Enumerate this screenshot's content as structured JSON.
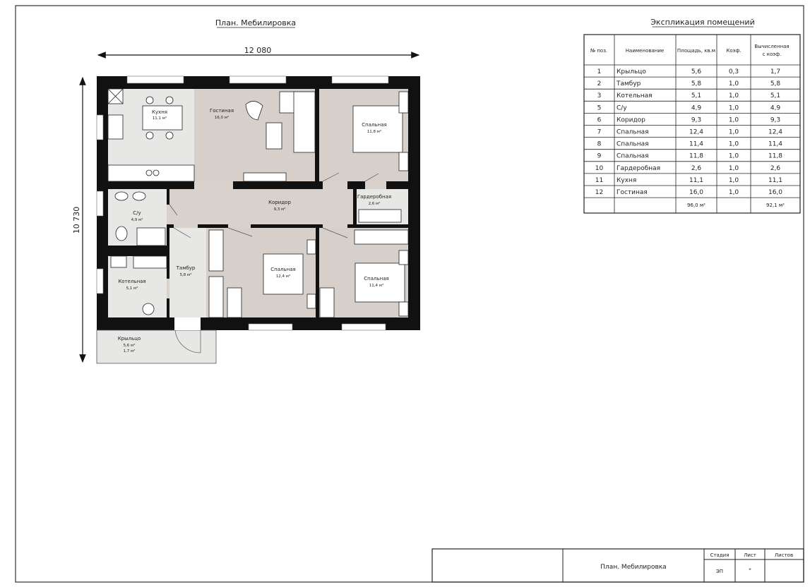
{
  "plan": {
    "title": "План. Мебилировка",
    "dim_width": "12 080",
    "dim_height": "10 730",
    "rooms": {
      "kitchen": {
        "name": "Кухня",
        "area": "11,1 м²"
      },
      "living": {
        "name": "Гостиная",
        "area": "16,0 м²"
      },
      "bedroom9": {
        "name": "Спальная",
        "area": "11,8 м²"
      },
      "corridor": {
        "name": "Коридор",
        "area": "9,3 м²"
      },
      "wardrobe": {
        "name": "Гардеробная",
        "area": "2,6 м²"
      },
      "bath": {
        "name": "С/у",
        "area": "4,9 м²"
      },
      "tambur": {
        "name": "Тамбур",
        "area": "5,8 м²"
      },
      "bedroom7": {
        "name": "Спальная",
        "area": "12,4 м²"
      },
      "bedroom8": {
        "name": "Спальная",
        "area": "11,4 м²"
      },
      "boiler": {
        "name": "Котельная",
        "area": "5,1 м²"
      },
      "porch": {
        "name": "Крыльцо",
        "area": "5,6 м²",
        "area2": "1,7 м²"
      }
    },
    "colors": {
      "wall": "#111111",
      "wood": "#d6cfca",
      "tile": "#e7e7e5"
    }
  },
  "explication": {
    "title": "Экспликация помещений",
    "headers": [
      "№ поз.",
      "Наименование",
      "Площадь, кв.м",
      "Коэф.",
      "Вычисленная",
      "с коэф."
    ],
    "rows": [
      [
        "1",
        "Крыльцо",
        "5,6",
        "0,3",
        "1,7"
      ],
      [
        "2",
        "Тамбур",
        "5,8",
        "1,0",
        "5,8"
      ],
      [
        "3",
        "Котельная",
        "5,1",
        "1,0",
        "5,1"
      ],
      [
        "5",
        "С/у",
        "4,9",
        "1,0",
        "4,9"
      ],
      [
        "6",
        "Коридор",
        "9,3",
        "1,0",
        "9,3"
      ],
      [
        "7",
        "Спальная",
        "12,4",
        "1,0",
        "12,4"
      ],
      [
        "8",
        "Спальная",
        "11,4",
        "1,0",
        "11,4"
      ],
      [
        "9",
        "Спальная",
        "11,8",
        "1,0",
        "11,8"
      ],
      [
        "10",
        "Гардеробная",
        "2,6",
        "1,0",
        "2,6"
      ],
      [
        "11",
        "Кухня",
        "11,1",
        "1,0",
        "11,1"
      ],
      [
        "12",
        "Гостиная",
        "16,0",
        "1,0",
        "16,0"
      ]
    ],
    "total_area": "96,0 м²",
    "total_calc": "92,1 м²"
  },
  "stamp": {
    "sheet_title": "План. Мебилировка",
    "stage_label": "Стадия",
    "sheet_label": "Лист",
    "sheets_label": "Листов",
    "stage_value": "ЭП",
    "sheet_value": "*"
  }
}
